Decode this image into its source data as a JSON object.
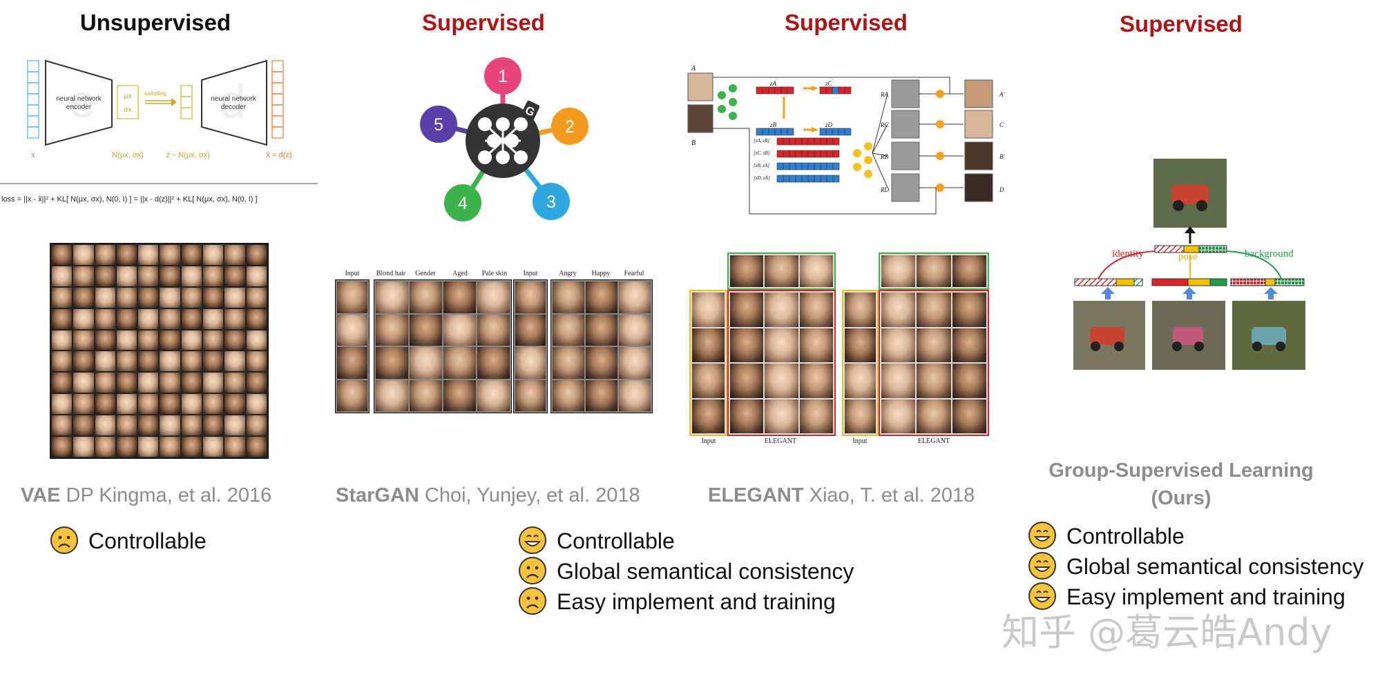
{
  "columns": [
    {
      "header": "Unsupervised",
      "citation_bold": "VAE",
      "citation_rest": " DP Kingma, et al. 2016",
      "pros": [
        {
          "mood": "sad",
          "text": "Controllable"
        }
      ]
    },
    {
      "header": "Supervised",
      "citation_bold": "StarGAN",
      "citation_rest": " Choi, Yunjey, et al. 2018",
      "pros": [
        {
          "mood": "happy",
          "text": "Controllable"
        },
        {
          "mood": "sad",
          "text": "Global semantical consistency"
        },
        {
          "mood": "sad",
          "text": "Easy implement and training"
        }
      ]
    },
    {
      "header": "Supervised",
      "citation_bold": "ELEGANT",
      "citation_rest": " Xiao, T. et al. 2018",
      "pros": []
    },
    {
      "header": "Supervised",
      "citation_line1": "Group-Supervised Learning",
      "citation_line2": "(Ours)",
      "pros": [
        {
          "mood": "happy",
          "text": "Controllable"
        },
        {
          "mood": "happy",
          "text": "Global semantical consistency"
        },
        {
          "mood": "happy",
          "text": "Easy implement and training"
        }
      ]
    }
  ],
  "vae": {
    "encoder": "neural network encoder",
    "decoder": "neural network decoder",
    "sampling": "sampling",
    "mu": "μx",
    "sigma": "σx",
    "x": "x",
    "dist": "N(μx, σx)",
    "z": "z ~ N(μx, σx)",
    "xhat": "x̂ = d(z)",
    "loss": "loss = ||x - x̂||² + KL[ N(μx, σx), N(0, I) ] = ||x - d(z)||² + KL[ N(μx, σx), N(0, I) ]"
  },
  "stargan_graph": {
    "nodes": [
      {
        "label": "1",
        "color": "#e8457a"
      },
      {
        "label": "2",
        "color": "#f39a1e"
      },
      {
        "label": "3",
        "color": "#2ea8df"
      },
      {
        "label": "4",
        "color": "#3bb34a"
      },
      {
        "label": "5",
        "color": "#5b3fa8"
      }
    ],
    "hub_badge": "G"
  },
  "stargan_columns": [
    "Input",
    "Blond hair",
    "Gender",
    "Aged",
    "Pale skin",
    "Input",
    "Angry",
    "Happy",
    "Fearful"
  ],
  "elegant_diagram": {
    "inputs": [
      "A",
      "B"
    ],
    "z_labels": [
      "zA",
      "zC",
      "zB",
      "zD"
    ],
    "rows": [
      "[zA, zB]",
      "[zC, zB]",
      "[zB, zA]",
      "[zD, zA]"
    ],
    "residuals": [
      "RA",
      "RC",
      "RB",
      "RD"
    ],
    "outputs": [
      "A'",
      "C",
      "B'",
      "D"
    ]
  },
  "elegant_grid_labels": [
    "Input",
    "ELEGANT",
    "Input",
    "ELEGANT"
  ],
  "gsl_diagram": {
    "labels": [
      "identity",
      "pose",
      "background"
    ],
    "colors": {
      "identity": "#d9252a",
      "pose": "#f2c200",
      "background": "#1f9e4a"
    }
  },
  "watermark": "知乎 @葛云皓Andy"
}
